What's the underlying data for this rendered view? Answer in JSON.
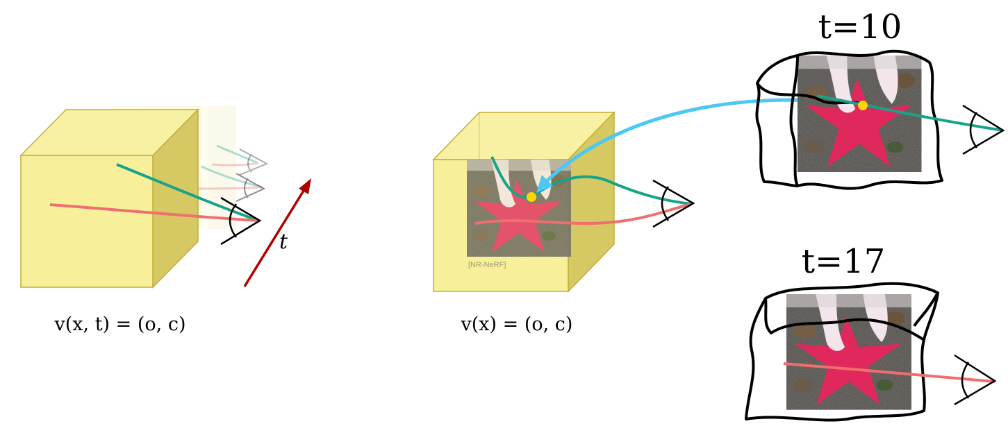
{
  "panels": {
    "left": {
      "time_axis_label": "t",
      "equation": "v(x, t) = (o, c)"
    },
    "middle": {
      "watermark": "[NR-NeRF]",
      "equation": "v(x) = (o, c)"
    },
    "right": {
      "frame_top_label": "t=10",
      "frame_bottom_label": "t=17"
    }
  },
  "colors": {
    "cube_fill": "#f7ef9a",
    "cube_side": "#d6c964",
    "cube_edge": "#bfae35",
    "ray_green": "#16a388",
    "ray_red": "#ef6f6f",
    "deform_arrow": "#4cc8f4",
    "time_arrow": "#b10000",
    "sample_point": "#ffd500",
    "star": "#e0285c"
  },
  "icons": [
    "eye-icon",
    "time-arrow-icon",
    "deformation-arrow-icon",
    "photo-thumbnail"
  ]
}
